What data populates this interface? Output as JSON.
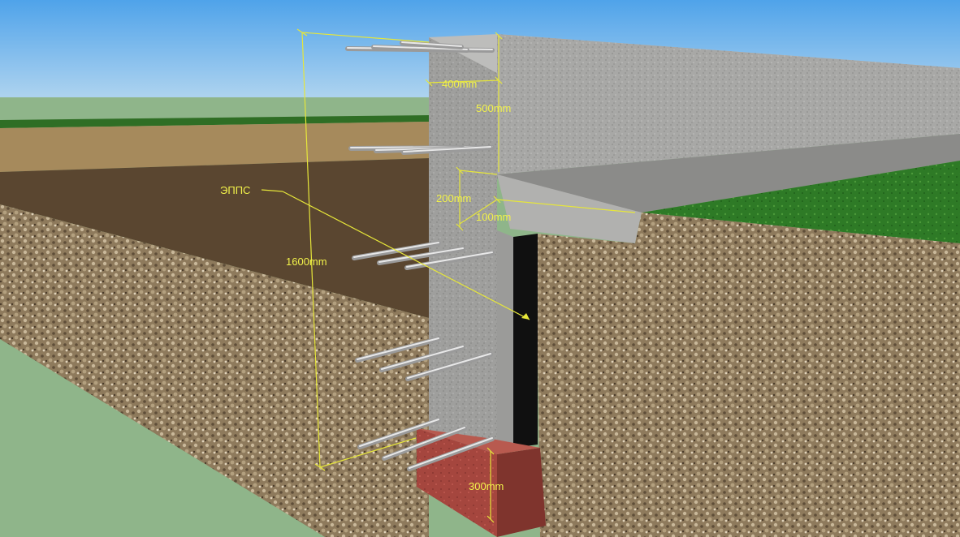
{
  "annotations": {
    "top_width": "400mm",
    "top_height": "500mm",
    "step_height": "200mm",
    "step_depth": "100mm",
    "total_height": "1600mm",
    "footing_height": "300mm",
    "insulation": "ЭППС"
  },
  "colors": {
    "sky_top": "#5aa8e8",
    "sky_bottom": "#c4dcee",
    "grass": "#8fb58a",
    "concrete": "#a9a9a9",
    "gravel": "#9c8a6c",
    "brick": "#a6473f",
    "insulation": "#111111",
    "dimension": "#e6e63a"
  }
}
